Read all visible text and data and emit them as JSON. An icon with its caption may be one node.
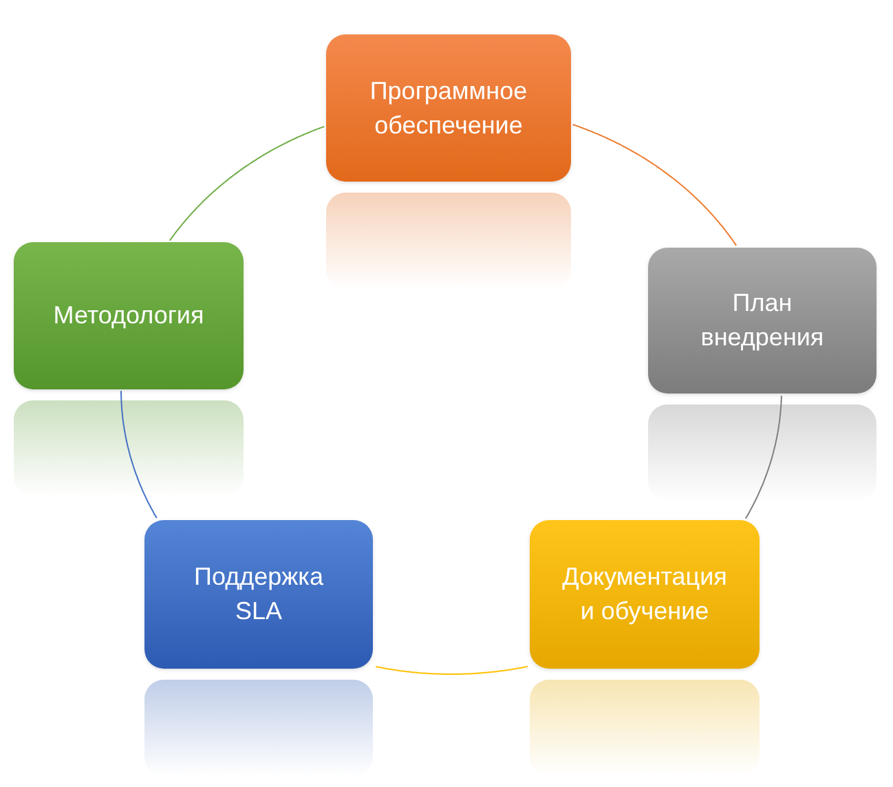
{
  "diagram": {
    "nodes": [
      {
        "text": [
          "Программное обеспечение"
        ]
      },
      {
        "text": [
          "План внедрения"
        ]
      },
      {
        "text": [
          "Документация и обучение"
        ]
      },
      {
        "text": [
          "Поддержка SLA"
        ]
      },
      {
        "text": [
          "Методология"
        ]
      }
    ],
    "edges": [
      {
        "from": 0,
        "to": 1,
        "arrow": "none",
        "color": "#ed7d31"
      },
      {
        "from": 1,
        "to": 2,
        "arrow": "none",
        "color": "#7f7f7f"
      },
      {
        "from": 2,
        "to": 3,
        "arrow": "none",
        "color": "#ffc000"
      },
      {
        "from": 3,
        "to": 4,
        "arrow": "none",
        "color": "#4472c4"
      },
      {
        "from": 4,
        "to": 0,
        "arrow": "none",
        "color": "#70ad47"
      }
    ]
  }
}
